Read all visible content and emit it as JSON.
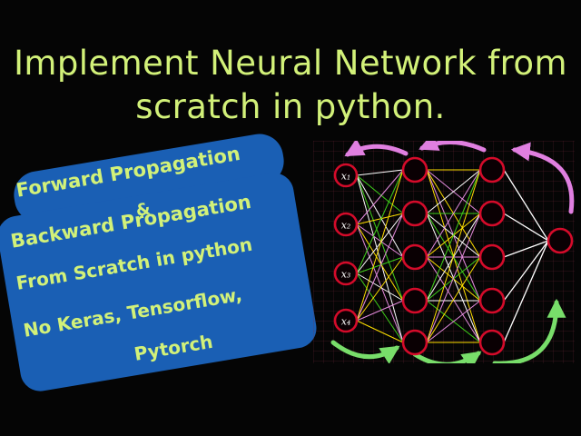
{
  "title": {
    "line1": "Implement Neural Network from",
    "line2": "scratch in python.",
    "color": "#d2f179"
  },
  "callouts": {
    "box_color": "#1a5fb4",
    "text_color": "#d2f179",
    "top": {
      "line1": "Forward Propagation",
      "amp": "&"
    },
    "bottom": {
      "line1": "Backward Propagation",
      "line2": "From Scratch in python",
      "line3": "No Keras, Tensorflow,",
      "line4": "Pytorch"
    }
  },
  "diagram": {
    "name": "neural-network-diagram",
    "node_ring_color": "#d40b2a",
    "node_fill_color": "#0a0003",
    "input_labels": [
      "x₁",
      "x₂",
      "x₃",
      "x₄"
    ],
    "layers": [
      {
        "name": "input-layer",
        "count": 4
      },
      {
        "name": "hidden-layer-1",
        "count": 5
      },
      {
        "name": "hidden-layer-2",
        "count": 5
      },
      {
        "name": "output-layer",
        "count": 1
      }
    ],
    "edge_colors": [
      "#ffffff",
      "#ffe000",
      "#3fd11a",
      "#e38cdd"
    ],
    "arrows": {
      "backward": {
        "label": "backward-propagation-arrows",
        "color": "#e07fe0",
        "direction": "right-to-left",
        "count": 3
      },
      "forward": {
        "label": "forward-propagation-arrows",
        "color": "#78dd6a",
        "direction": "left-to-right",
        "count": 3
      }
    }
  }
}
